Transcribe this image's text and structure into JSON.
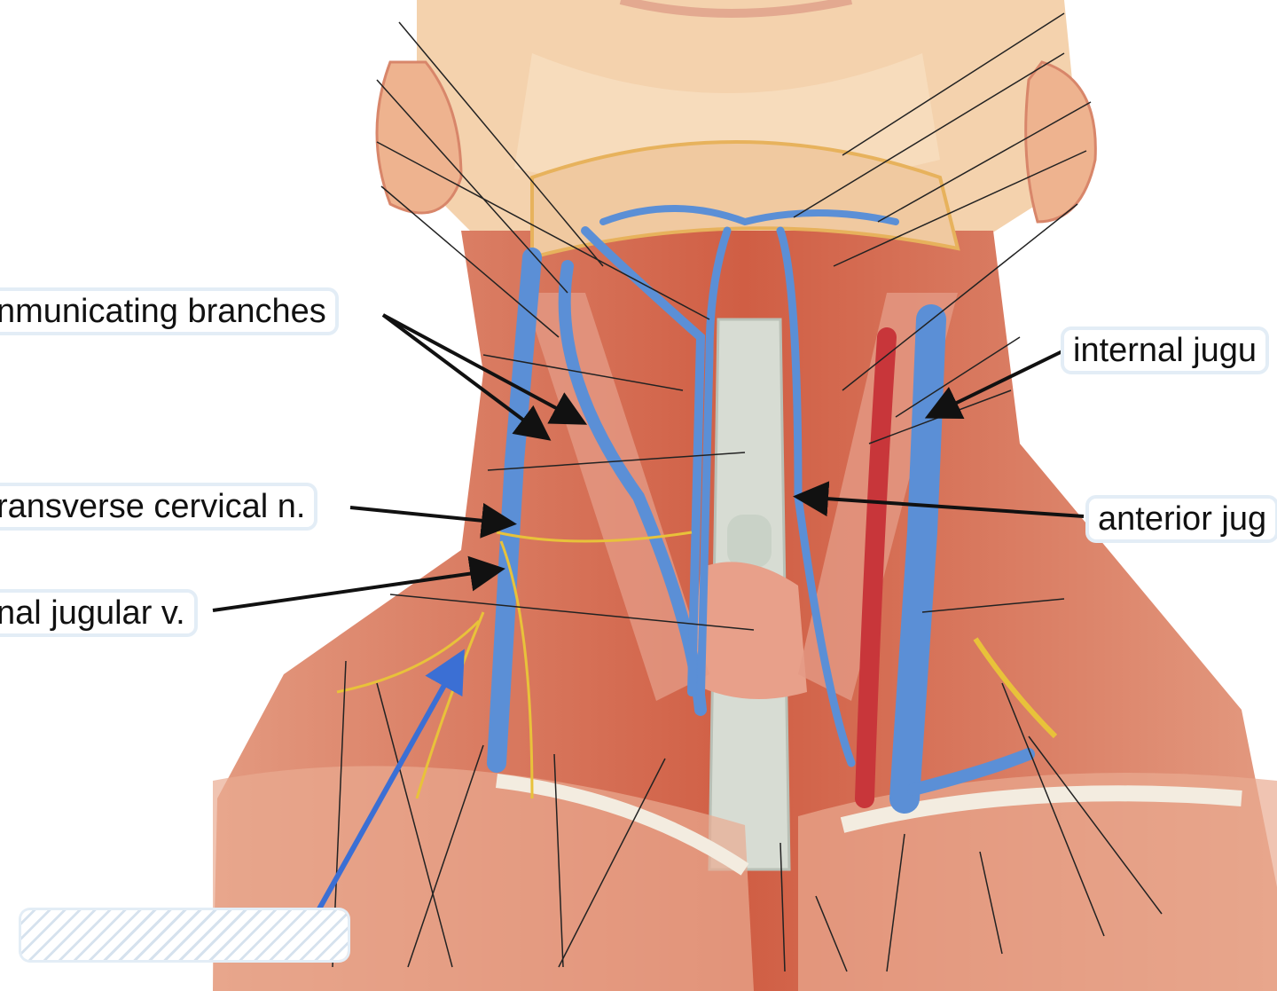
{
  "diagram": {
    "labels": {
      "communicating_branches": "nmunicating branches",
      "internal_jugular": "internal jugu",
      "transverse_cervical": "ransverse cervical n.",
      "anterior_jugular": "anterior jug",
      "external_jugular": "nal jugular v."
    },
    "answer_box": {
      "hidden": true
    },
    "colors": {
      "skin": "#f3cfa9",
      "muscle": "#d6684c",
      "muscle_light": "#e9a083",
      "vein": "#5b8fd6",
      "vein_dark": "#3f6fb8",
      "artery": "#c8363a",
      "nerve": "#e8c23a",
      "cartilage": "#d8dfd6",
      "leader_line": "#222222",
      "arrow": "#111111",
      "blue_arrow": "#3b6fd4"
    }
  }
}
